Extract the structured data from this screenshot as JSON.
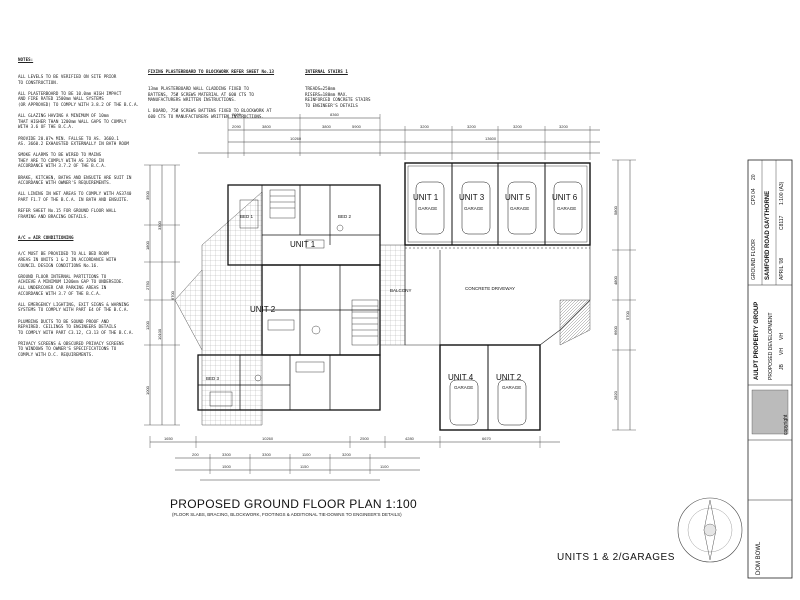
{
  "plan": {
    "title": "PROPOSED GROUND FLOOR PLAN 1:100",
    "subtitle": "(FLOOR SLABS, BRACING, BLOCKWORK, FOOTINGS & ADDITIONAL TIE-DOWNS TO ENGINEER'S DETAILS)",
    "sheet_name": "UNITS 1 & 2/GARAGES"
  },
  "notes": {
    "heading": "NOTES:",
    "left_text": "ALL LEVELS TO BE VERIFIED ON SITE PRIOR\nTO CONSTRUCTION.\n\nALL PLASTERBOARD TO BE 10.0mm HIGH IMPACT\nAND FIRE RATED 1500mm WALL SYSTEMS\n(OR APPROVED) TO COMPLY WITH 3.8.2 OF THE B.C.A.\n\nALL GLAZING HAVING A MINIMUM OF 10mm\nTHAT HIGHER THAN 1200mm WALL GAPS TO COMPLY\nWITH 3.6 OF THE B.C.A.\n\nPROVIDE 20.07% MIN. FALLSE TO AS. 3660.1\nAS. 3660.2 EXHAUSTED EXTERNALLY IN BATH ROOM\n\nSMOKE ALARMS TO BE WIRED TO MAINS\nTHEY ARE TO COMPLY WITH AS 3786 IN\nACCORDANCE WITH 3.7.2 OF THE B.C.A.\n\nBRAKE, KITCHEN, BATHS AND ENSUITE ARE SUIT IN\nACCORDANCE WITH OWNER'S REQUIREMENTS.\n\nALL LINING IN WET AREAS TO COMPLY WITH AS3740\nPART F1.7 OF THE B.C.A. IN BATH AND ENSUITE.\n\nREFER SHEET No.15 FOR GROUND FLOOR WALL\nFRAMING AND BRACING DETAILS.",
    "ac_heading": "A/C = AIR CONDITIONING",
    "ac_text": "A/C MUST BE PROVIDED TO ALL BED ROOM\nAREAS IN UNITS 1 & 2 IN ACCORDANCE WITH\nCOUNCIL DESIGN CONDITIONS No.16.\n\nGROUND FLOOR INTERNAL PARTITIONS TO\nACHIEVE A MINIMUM 1200mm GAP TO UNDERSIDE.\nALL UNDERCOVER CAR PARKING AREAS IN\nACCORDANCE WITH 3.7 OF THE B.C.A.\n\nALL EMERGENCY LIGHTING, EXIT SIGNS & WARNING\nSYSTEMS TO COMPLY WITH PART E4 OF THE B.C.A.\n\nPLUMBING DUCTS TO BE SOUND PROOF AND\nREPAIRED. CEILINGS TO ENGINEERS DETAILS\nTO COMPLY WITH PART C3.12, C3.13 OF THE B.C.A.\n\nPRIVACY SCREENS & OBSCURED PRIVACY SCREENS\nTO WINDOWS TO OWNER'S SPECIFICATIONS TO\nCOMPLY WITH D.C. REQUIREMENTS.",
    "mid_heading": "FIXING PLASTERBOARD TO BLOCKWORK REFER SHEET No.13",
    "mid_text": "13mm PLASTERBOARD WALL CLADDING FIXED TO\nBATTENS, 75Ø SCREWS MATERIAL AT 600 CTS TO\nMANUFACTURERS WRITTEN INSTRUCTIONS.\n\nL BOARD, 75Ø SCREWS BATTENS FIXED TO BLOCKWORK AT\n600 CTS TO MANUFACTURERS WRITTEN INSTRUCTIONS.",
    "right_heading": "INTERNAL STAIRS 1",
    "right_text": "TREADS=250mm\nRISERS=180mm MAX.\nREINFORCED CONCRETE STAIRS\nTO ENGINEER'S DETAILS"
  },
  "rooms": {
    "unit1": "UNIT 1",
    "unit2": "UNIT 2",
    "unit3": "UNIT 3",
    "unit4": "UNIT 4",
    "unit5": "UNIT 5",
    "unit6": "UNIT 6",
    "garage": "GARAGE",
    "bed1": "BED 1",
    "bed2": "BED 2",
    "bed3": "BED 3",
    "driveway": "CONCRETE DRIVEWAY",
    "balcony": "BALCONY",
    "unit1_main": "UNIT 1",
    "unit2_main": "UNIT 2"
  },
  "dims": {
    "top1": [
      "2000",
      "8360"
    ],
    "top2": [
      "2090",
      "3800",
      "3800",
      "5900",
      "3200",
      "3200",
      "3200",
      "3200"
    ],
    "top3": [
      "10260",
      "13600"
    ],
    "bottom1": [
      "1650",
      "10260",
      "2500",
      "4280",
      "6670"
    ],
    "bottom2": [
      "200",
      "3300",
      "3300",
      "1100",
      "3200",
      "1500",
      "1150",
      "1100"
    ],
    "left": [
      "3500",
      "1800",
      "2750",
      "1200",
      "1000",
      "3300",
      "10100",
      "6700"
    ],
    "right": [
      "5800",
      "4800",
      "6600",
      "2820",
      "5700"
    ]
  },
  "title_block": {
    "project_label": "GROUND FLOOR",
    "job_no": "C8117",
    "date": "APRIL '08",
    "company": "AULPT PROPERTY GROUP",
    "address": "SAMFORD ROAD GAYTHORNE",
    "scale": "1:100 (A3)",
    "sheet": "CP3 04",
    "drawn": "VH",
    "checked": "VH",
    "rev": "JB",
    "total": "20",
    "description": "PROPOSED DEVELOPMENT",
    "copyright": "copyright",
    "firm": "DOM BOWL"
  }
}
